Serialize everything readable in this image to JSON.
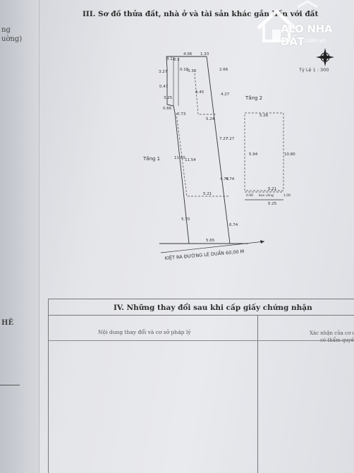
{
  "section3": {
    "title": "III. Sơ đồ thửa đất, nhà ở và tài sản khác gắn liền với đất"
  },
  "left_margin": {
    "text1": "ng",
    "text2": "uờng)",
    "text3": "HÊ"
  },
  "watermark": {
    "brand": "ALO NHÀ ĐẤT",
    "domain": ".com.vn"
  },
  "scale": {
    "label": "Tỷ Lệ 1 : 300"
  },
  "plan": {
    "floor1_label": "Tầng 1",
    "floor2_label": "Tầng 2",
    "road_label": "KIỆT RA ĐƯỜNG LÊ DUẨN 60,00 M",
    "dims": {
      "top_left1": "3.11",
      "top_left2": "0.5",
      "top_width": "4.06",
      "top_right_small": "1.33",
      "right_top": "2.66",
      "left_a": "3.27",
      "left_b": "0.47",
      "left_c": "3.25",
      "left_d": "0.66",
      "left_e": "0.73",
      "inner_a": "0.18",
      "inner_b": "6.45",
      "inner_top": "0.38",
      "inner_width": "5.24",
      "right_a": "4.27",
      "right_b": "7.27",
      "right_c": "7.27",
      "left_long": "11.60",
      "inner_long": "11.54",
      "mid_a": "4.75",
      "mid_b": "4.74",
      "bottom_inner": "5.21",
      "left_bottom": "5.70",
      "right_bottom": "6.74",
      "base": "5.65",
      "t2_top": "5.26",
      "t2_left": "5.94",
      "t2_right": "10.80",
      "t2_bottom_inner": "5.21",
      "t2_bottom_label": "ban công",
      "t2_base": "5.25",
      "t2_small_left": "0.90",
      "t2_small_right": "1.00"
    }
  },
  "section4": {
    "title": "IV. Những thay đổi sau khi cấp giấy chứng nhận",
    "col1": "Nội dung thay đổi và cơ sở pháp lý",
    "col2_line1": "Xác nhận của cơ quan",
    "col2_line2": "có thẩm quyền"
  }
}
